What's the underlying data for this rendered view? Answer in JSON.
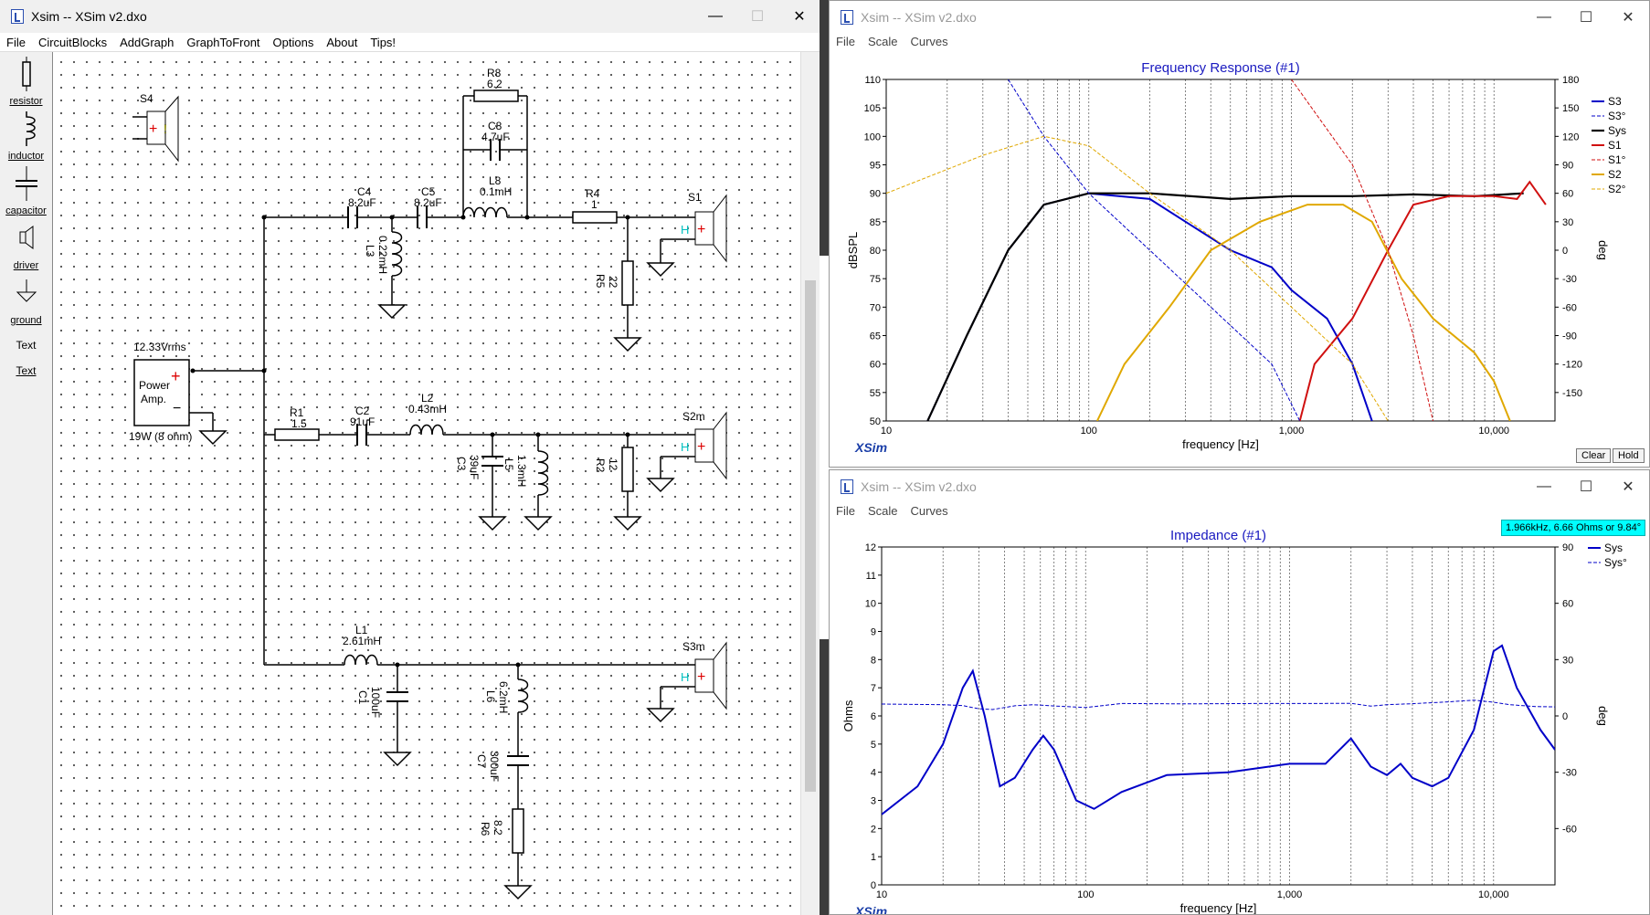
{
  "schematic": {
    "title": "Xsim -- XSim v2.dxo",
    "menu": [
      "File",
      "CircuitBlocks",
      "AddGraph",
      "GraphToFront",
      "Options",
      "About",
      "Tips!"
    ],
    "tools": [
      {
        "label": "resistor",
        "icon": "resistor-icon"
      },
      {
        "label": "inductor",
        "icon": "inductor-icon"
      },
      {
        "label": "capacitor",
        "icon": "capacitor-icon"
      },
      {
        "label": "driver",
        "icon": "driver-icon"
      },
      {
        "label": "ground",
        "icon": "ground-icon"
      },
      {
        "label": "Text",
        "icon": "text-icon"
      },
      {
        "label": "Text",
        "icon": "text-link-icon"
      }
    ],
    "amp": {
      "vrms": "12.33Vrms",
      "line1": "Power",
      "line2": "Amp.",
      "power": "19W (8 ohm)"
    },
    "parts": {
      "S4": "S4",
      "S1": "S1",
      "S2": "S2m",
      "S3": "S3m",
      "R8": "R8",
      "R8v": "6.2",
      "C8": "C8",
      "C8v": "4.7uF",
      "L8": "L8",
      "L8v": "0.1mH",
      "C4": "C4",
      "C4v": "8.2uF",
      "C5": "C5",
      "C5v": "8.2uF",
      "R4": "R4",
      "R4v": "1",
      "L3": "L3",
      "L3v": "0.22mH",
      "R5": "R5",
      "R5v": "22",
      "R1": "R1",
      "R1v": "1.5",
      "C2": "C2",
      "C2v": "91uF",
      "L2": "L2",
      "L2v": "0.43mH",
      "C3": "C3",
      "C3v": "39uF",
      "L5": "L5",
      "L5v": "1.3mH",
      "R2": "R2",
      "R2v": "12",
      "L1": "L1",
      "L1v": "2.61mH",
      "C1": "C1",
      "C1v": "100uF",
      "L6": "L6",
      "L6v": "6.2mH",
      "C7": "C7",
      "C7v": "300uF",
      "R6": "R6",
      "R6v": "8.2"
    }
  },
  "freq_window": {
    "title": "Xsim -- XSim v2.dxo",
    "menu": [
      "File",
      "Scale",
      "Curves"
    ],
    "buttons": {
      "clear": "Clear",
      "hold": "Hold"
    },
    "logo": "XSim"
  },
  "imp_window": {
    "title": "Xsim -- XSim v2.dxo",
    "menu": [
      "File",
      "Scale",
      "Curves"
    ],
    "readout": "1.966kHz, 6.66 Ohms or 9.84°",
    "logo": "XSim"
  },
  "colors": {
    "s3": "#0000c8",
    "sys": "#000000",
    "s1": "#d01010",
    "s2": "#e0a800",
    "cyan": "#00ffff"
  },
  "chart_data": [
    {
      "type": "line",
      "title": "Frequency Response (#1)",
      "xlabel": "frequency [Hz]",
      "ylabel": "dBSPL",
      "y2label": "deg",
      "xscale": "log",
      "xlim": [
        10,
        20000
      ],
      "ylim": [
        50,
        110
      ],
      "y2lim": [
        -180,
        180
      ],
      "xticks": [
        "10",
        "100",
        "1,000",
        "10,000"
      ],
      "yticks": [
        "50",
        "55",
        "60",
        "65",
        "70",
        "75",
        "80",
        "85",
        "90",
        "95",
        "100",
        "105",
        "110"
      ],
      "y2ticks": [
        "-150",
        "-120",
        "-90",
        "-60",
        "-30",
        "0",
        "30",
        "60",
        "90",
        "120",
        "150",
        "180"
      ],
      "legend": [
        "S3",
        "S3°",
        "Sys",
        "S1",
        "S1°",
        "S2",
        "S2°"
      ],
      "series": [
        {
          "name": "S3",
          "values": [
            [
              16,
              50
            ],
            [
              25,
              65
            ],
            [
              40,
              80
            ],
            [
              60,
              88
            ],
            [
              100,
              90
            ],
            [
              200,
              89
            ],
            [
              300,
              85
            ],
            [
              500,
              80
            ],
            [
              800,
              77
            ],
            [
              1000,
              73
            ],
            [
              1500,
              68
            ],
            [
              2000,
              60
            ],
            [
              2500,
              50
            ]
          ]
        },
        {
          "name": "Sys",
          "values": [
            [
              16,
              50
            ],
            [
              25,
              65
            ],
            [
              40,
              80
            ],
            [
              60,
              88
            ],
            [
              100,
              90
            ],
            [
              200,
              90
            ],
            [
              500,
              89
            ],
            [
              1000,
              89.5
            ],
            [
              2000,
              89.5
            ],
            [
              4000,
              89.8
            ],
            [
              8000,
              89.5
            ],
            [
              14000,
              90
            ]
          ]
        },
        {
          "name": "S1",
          "values": [
            [
              1100,
              50
            ],
            [
              1300,
              60
            ],
            [
              2000,
              68
            ],
            [
              3000,
              80
            ],
            [
              4000,
              88
            ],
            [
              6000,
              89.5
            ],
            [
              10000,
              89.5
            ],
            [
              13000,
              89
            ],
            [
              15000,
              92
            ],
            [
              18000,
              88
            ]
          ]
        },
        {
          "name": "S2",
          "values": [
            [
              110,
              50
            ],
            [
              150,
              60
            ],
            [
              250,
              70
            ],
            [
              400,
              80
            ],
            [
              700,
              85
            ],
            [
              1200,
              88
            ],
            [
              1800,
              88
            ],
            [
              2500,
              85
            ],
            [
              3500,
              75
            ],
            [
              5000,
              68
            ],
            [
              8000,
              62
            ],
            [
              10000,
              57
            ],
            [
              12000,
              50
            ]
          ]
        },
        {
          "name": "S3°",
          "values": [
            [
              40,
              180
            ],
            [
              60,
              120
            ],
            [
              100,
              60
            ],
            [
              200,
              0
            ],
            [
              400,
              -60
            ],
            [
              800,
              -120
            ],
            [
              1100,
              -180
            ]
          ]
        },
        {
          "name": "S1°",
          "values": [
            [
              1000,
              180
            ],
            [
              2000,
              90
            ],
            [
              3000,
              0
            ],
            [
              4000,
              -90
            ],
            [
              5000,
              -180
            ]
          ]
        },
        {
          "name": "S2°",
          "values": [
            [
              10,
              60
            ],
            [
              30,
              100
            ],
            [
              60,
              120
            ],
            [
              100,
              110
            ],
            [
              200,
              60
            ],
            [
              500,
              0
            ],
            [
              1000,
              -60
            ],
            [
              2000,
              -120
            ],
            [
              3000,
              -180
            ]
          ]
        }
      ]
    },
    {
      "type": "line",
      "title": "Impedance (#1)",
      "xlabel": "frequency [Hz]",
      "ylabel": "Ohms",
      "y2label": "deg",
      "xscale": "log",
      "xlim": [
        10,
        20000
      ],
      "ylim": [
        0,
        12
      ],
      "y2lim": [
        -90,
        90
      ],
      "xticks": [
        "10",
        "100",
        "1,000",
        "10,000"
      ],
      "yticks": [
        "0",
        "1",
        "2",
        "3",
        "4",
        "5",
        "6",
        "7",
        "8",
        "9",
        "10",
        "11",
        "12"
      ],
      "y2ticks": [
        "-60",
        "-30",
        "0",
        "30",
        "60",
        "90"
      ],
      "legend": [
        "Sys",
        "Sys°"
      ],
      "series": [
        {
          "name": "Sys",
          "values": [
            [
              10,
              2.5
            ],
            [
              15,
              3.5
            ],
            [
              20,
              5
            ],
            [
              25,
              7
            ],
            [
              28,
              7.6
            ],
            [
              32,
              6
            ],
            [
              38,
              3.5
            ],
            [
              45,
              3.8
            ],
            [
              55,
              4.8
            ],
            [
              62,
              5.3
            ],
            [
              70,
              4.8
            ],
            [
              90,
              3
            ],
            [
              110,
              2.7
            ],
            [
              150,
              3.3
            ],
            [
              250,
              3.9
            ],
            [
              500,
              4
            ],
            [
              1000,
              4.3
            ],
            [
              1500,
              4.3
            ],
            [
              2000,
              5.2
            ],
            [
              2500,
              4.2
            ],
            [
              3000,
              3.9
            ],
            [
              3500,
              4.3
            ],
            [
              4000,
              3.8
            ],
            [
              5000,
              3.5
            ],
            [
              6000,
              3.8
            ],
            [
              8000,
              5.5
            ],
            [
              10000,
              8.3
            ],
            [
              11000,
              8.5
            ],
            [
              13000,
              7
            ],
            [
              17000,
              5.5
            ],
            [
              20000,
              4.8
            ]
          ]
        },
        {
          "name": "Sys°",
          "values": [
            [
              10,
              6.3
            ],
            [
              20,
              6
            ],
            [
              25,
              5.5
            ],
            [
              30,
              3.8
            ],
            [
              35,
              3.4
            ],
            [
              45,
              5.4
            ],
            [
              55,
              6
            ],
            [
              70,
              5.3
            ],
            [
              100,
              4.5
            ],
            [
              150,
              6.6
            ],
            [
              300,
              6.4
            ],
            [
              700,
              6.6
            ],
            [
              1200,
              6.6
            ],
            [
              2000,
              6.7
            ],
            [
              2500,
              5.2
            ],
            [
              3000,
              6
            ],
            [
              4000,
              6.5
            ],
            [
              6000,
              7.5
            ],
            [
              8000,
              8.4
            ],
            [
              10000,
              7.3
            ],
            [
              12000,
              6
            ],
            [
              16000,
              5
            ],
            [
              20000,
              4.8
            ]
          ]
        }
      ]
    }
  ]
}
